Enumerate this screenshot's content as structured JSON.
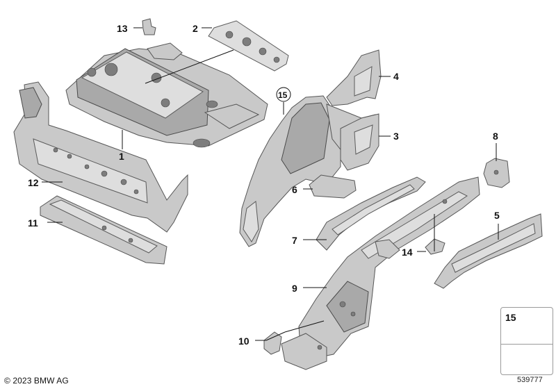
{
  "callouts": {
    "c1": "1",
    "c2": "2",
    "c3": "3",
    "c4": "4",
    "c5": "5",
    "c6": "6",
    "c7": "7",
    "c8": "8",
    "c9": "9",
    "c10": "10",
    "c11": "11",
    "c12": "12",
    "c13": "13",
    "c14": "14",
    "c15": "15"
  },
  "legend": {
    "number": "15"
  },
  "footer": {
    "copyright": "© 2023 BMW AG",
    "doc_number": "539777"
  },
  "colors": {
    "part_fill": "#c9c9c9",
    "outline": "#555555",
    "text": "#111111"
  }
}
